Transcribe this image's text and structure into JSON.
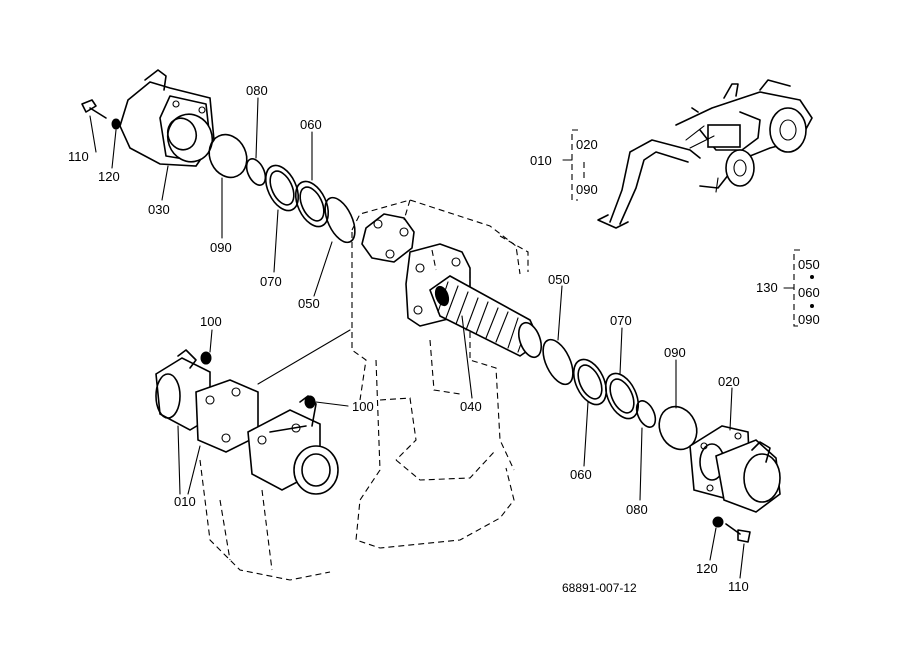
{
  "labels": {
    "top_110": "110",
    "top_120": "120",
    "top_030": "030",
    "top_080": "080",
    "top_060": "060",
    "top_090": "090",
    "top_070": "070",
    "top_050": "050",
    "mid_100a": "100",
    "mid_100b": "100",
    "mid_040": "040",
    "mid_010": "010",
    "right_050": "050",
    "right_070": "070",
    "right_090": "090",
    "right_060": "060",
    "right_080": "080",
    "right_020": "020",
    "bot_120": "120",
    "bot_110": "110"
  },
  "legend_group_010": {
    "parent": "010",
    "children": [
      "020",
      "090"
    ]
  },
  "legend_group_130": {
    "parent": "130",
    "children": [
      "050",
      "060",
      "090"
    ]
  },
  "figure_code": "68891-007-12"
}
